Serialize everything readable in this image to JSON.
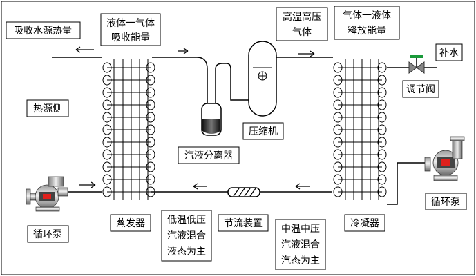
{
  "labels": {
    "absorb_heat": "吸收水源热量",
    "evap_line1": "液体一气体",
    "evap_line2": "吸收能量",
    "hot_gas_line1": "高温高压",
    "hot_gas_line2": "气体",
    "cond_line1": "气体一液体",
    "cond_line2": "释放能量",
    "makeup_water": "补水",
    "control_valve": "调节阀",
    "heat_source_side": "热源侧",
    "compressor": "压缩机",
    "separator": "汽液分离器",
    "pump_left": "循环泵",
    "pump_right": "循环泵",
    "evaporator": "蒸发器",
    "low_line1": "低温低压",
    "low_line2": "汽液混合",
    "low_line3": "液态为主",
    "throttle": "节流装置",
    "mid_line1": "中温中压",
    "mid_line2": "汽液混合",
    "mid_line3": "汽态为主",
    "condenser": "冷凝器"
  },
  "colors": {
    "line": "#000000",
    "pump_red": "#e0201c",
    "valve_green": "#1a9a3a",
    "metal_light": "#d8d8d8",
    "metal_dark": "#5a5a5a"
  },
  "icons": [
    "pump-icon",
    "compressor-icon",
    "separator-icon",
    "valve-icon",
    "throttle-icon",
    "arrow-icon"
  ]
}
